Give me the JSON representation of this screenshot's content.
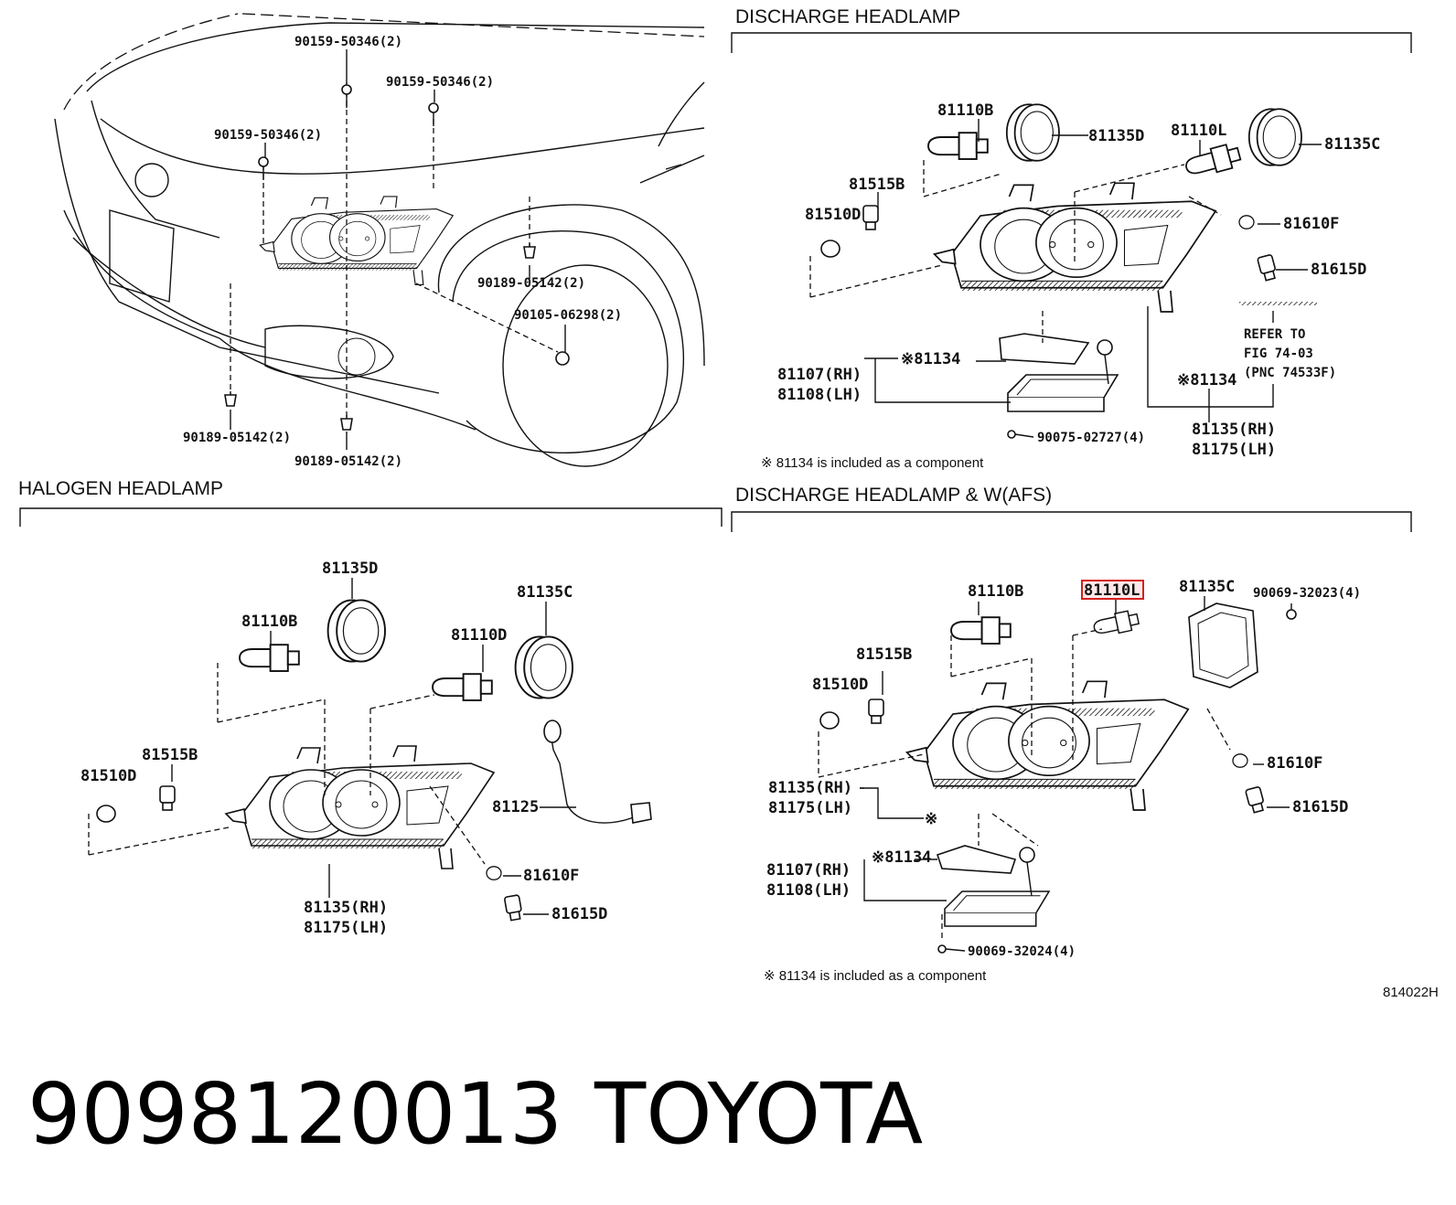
{
  "sections": {
    "discharge": "DISCHARGE HEADLAMP",
    "halogen": "HALOGEN HEADLAMP",
    "discharge_afs": "DISCHARGE HEADLAMP & W(AFS)"
  },
  "car_labels": {
    "bolt_a": "90159-50346(2)",
    "bolt_b": "90159-50346(2)",
    "bolt_c": "90159-50346(2)",
    "clip_a": "90189-05142(2)",
    "screw": "90105-06298(2)",
    "clip_b": "90189-05142(2)",
    "clip_c": "90189-05142(2)"
  },
  "discharge_labels": {
    "p81110b": "81110B",
    "p81135d": "81135D",
    "p81110l": "81110L",
    "p81135c": "81135C",
    "p81515b": "81515B",
    "p81510d": "81510D",
    "p81610f": "81610F",
    "p81615d": "81615D",
    "refer1": "REFER TO",
    "refer2": "FIG 74-03",
    "refer3": "(PNC 74533F)",
    "p81134a": "※81134",
    "p81107": "81107(RH)",
    "p81108": "81108(LH)",
    "p81134b": "※81134",
    "p90075": "90075-02727(4)",
    "p81135rh": "81135(RH)",
    "p81175lh": "81175(LH)",
    "note": "※ 81134 is included as a component"
  },
  "halogen_labels": {
    "p81135d": "81135D",
    "p81135c": "81135C",
    "p81110b": "81110B",
    "p81110d": "81110D",
    "p81515b": "81515B",
    "p81510d": "81510D",
    "p81125": "81125",
    "p81610f": "81610F",
    "p81615d": "81615D",
    "p81135rh": "81135(RH)",
    "p81175lh": "81175(LH)"
  },
  "afs_labels": {
    "p81110b": "81110B",
    "p81110l": "81110L",
    "p81135c": "81135C",
    "p90069a": "90069-32023(4)",
    "p81515b": "81515B",
    "p81510d": "81510D",
    "p81610f": "81610F",
    "p81615d": "81615D",
    "p81135rh": "81135(RH)",
    "p81175lh": "81175(LH)",
    "mark": "※",
    "p81134": "※81134",
    "p81107": "81107(RH)",
    "p81108": "81108(LH)",
    "p90069b": "90069-32024(4)",
    "note": "※ 81134 is included as a component"
  },
  "figure_code": "814022H",
  "footer": {
    "part_number": "9098120013",
    "brand": "TOYOTA"
  },
  "highlight_color": "#d62020"
}
